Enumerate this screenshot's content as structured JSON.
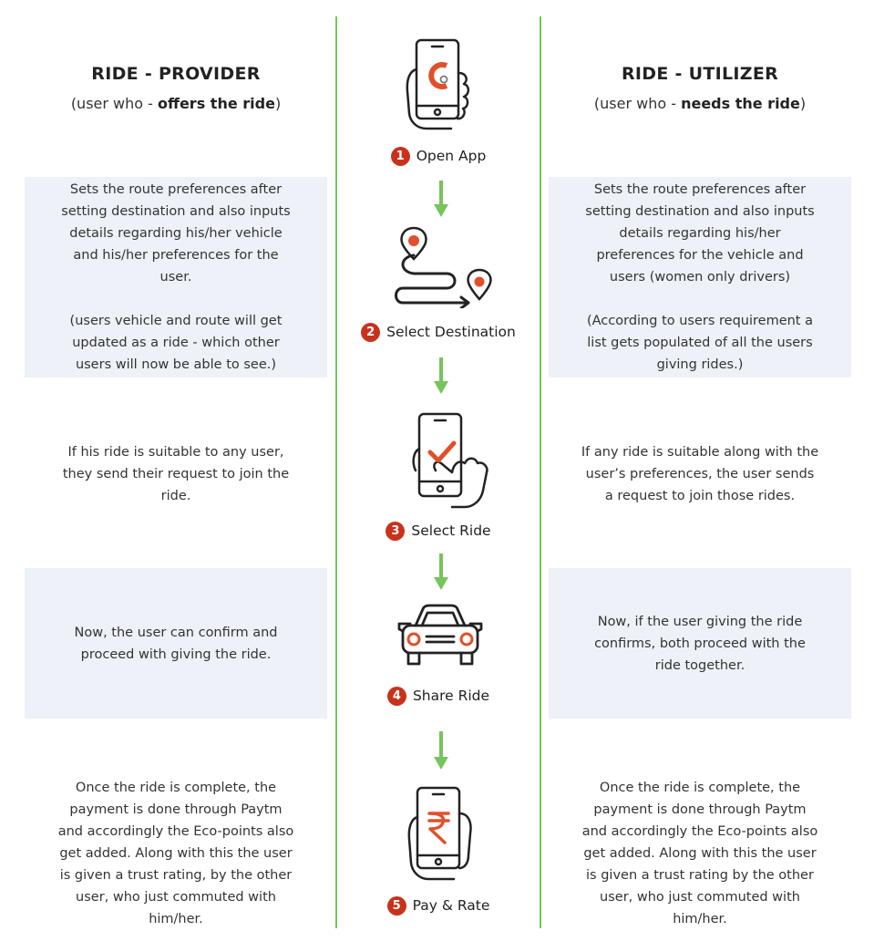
{
  "provider": {
    "title": "RIDE - PROVIDER",
    "sub_prefix": "(user who - ",
    "sub_bold": "offers the ride",
    "sub_suffix": ")"
  },
  "utilizer": {
    "title": "RIDE - UTILIZER",
    "sub_prefix": "(user who - ",
    "sub_bold": "needs the ride",
    "sub_suffix": ")"
  },
  "steps": [
    {
      "number": "1",
      "label": "Open App",
      "icon": "phone-hand-app-icon"
    },
    {
      "number": "2",
      "label": "Select Destination",
      "icon": "route-pins-icon"
    },
    {
      "number": "3",
      "label": "Select Ride",
      "icon": "phone-tap-check-icon"
    },
    {
      "number": "4",
      "label": "Share Ride",
      "icon": "car-front-icon"
    },
    {
      "number": "5",
      "label": "Pay & Rate",
      "icon": "phone-rupee-icon"
    }
  ],
  "provider_rows": [
    "Sets the route preferences after\nsetting destination and also inputs\ndetails regarding his/her vehicle\nand his/her preferences for the\nuser.\n\n(users vehicle and route will get\nupdated as a ride - which other\nusers will now be able to see.)",
    "If his ride is suitable to any user,\nthey send their request to join the\nride.",
    "Now, the user can confirm and\nproceed with giving the ride.",
    "Once the ride is complete, the\npayment is done through Paytm\nand accordingly the Eco-points also\nget added. Along with this the user\nis given a trust rating, by the other\nuser, who just commuted with\nhim/her."
  ],
  "utilizer_rows": [
    "Sets the route preferences after\nsetting destination and also inputs\ndetails regarding his/her\npreferences for the vehicle and\nusers (women only drivers)\n\n(According to users requirement a\nlist gets populated of all the users\ngiving rides.)",
    "If any ride is suitable along with the\nuser’s preferences, the user sends\na request to join those rides.",
    "Now, if the user giving the ride\nconfirms, both proceed with the\nride together.",
    "Once the ride is complete, the\npayment is done through Paytm\nand accordingly the Eco-points also\nget added. Along with this the user\nis given a trust rating by the other\nuser, who just commuted with\nhim/her."
  ],
  "colors": {
    "accent_red": "#c8321c",
    "accent_orange": "#e0502a",
    "arrow_green": "#76c45c",
    "panel_shade": "#eef1f7"
  }
}
